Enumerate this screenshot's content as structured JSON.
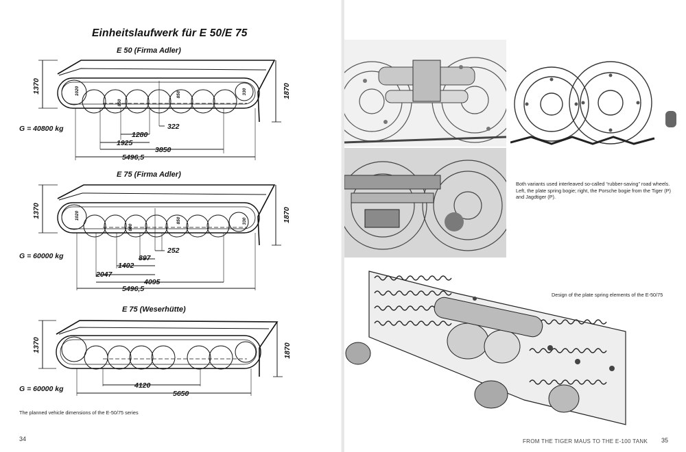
{
  "left_page": {
    "title": "Einheitslaufwerk für E 50/E 75",
    "diagrams": [
      {
        "subtitle": "E 50 (Firma Adler)",
        "weight": "G = 40800 kg",
        "height_left": "1370",
        "height_right": "1870",
        "small_dims": [
          "1020",
          "850",
          "850",
          "330"
        ],
        "dims": [
          "322",
          "1280",
          "1925",
          "3850",
          "5496,5"
        ]
      },
      {
        "subtitle": "E 75 (Firma Adler)",
        "weight": "G = 60000 kg",
        "height_left": "1370",
        "height_right": "1870",
        "small_dims": [
          "1020",
          "800",
          "850",
          "330"
        ],
        "dims": [
          "252",
          "897",
          "1402",
          "2047",
          "4095",
          "5496,5"
        ]
      },
      {
        "subtitle": "E 75 (Weserhütte)",
        "weight": "G = 60000 kg",
        "height_left": "1370",
        "height_right": "1870",
        "dims": [
          "4120",
          "5650"
        ]
      }
    ],
    "caption": "The planned vehicle dimensions of the E-50/75 series",
    "page_number": "34"
  },
  "right_page": {
    "caption_top": "Both variants used interleaved so-called “rubber-saving” road wheels. Left, the plate spring bogie; right, the Porsche bogie from the Tiger (P) and Jagdtiger (P).",
    "caption_bottom": "Design of the plate spring elements of the E-50/75",
    "running_head": "FROM THE TIGER MAUS TO THE E-100 TANK",
    "page_number": "35"
  }
}
